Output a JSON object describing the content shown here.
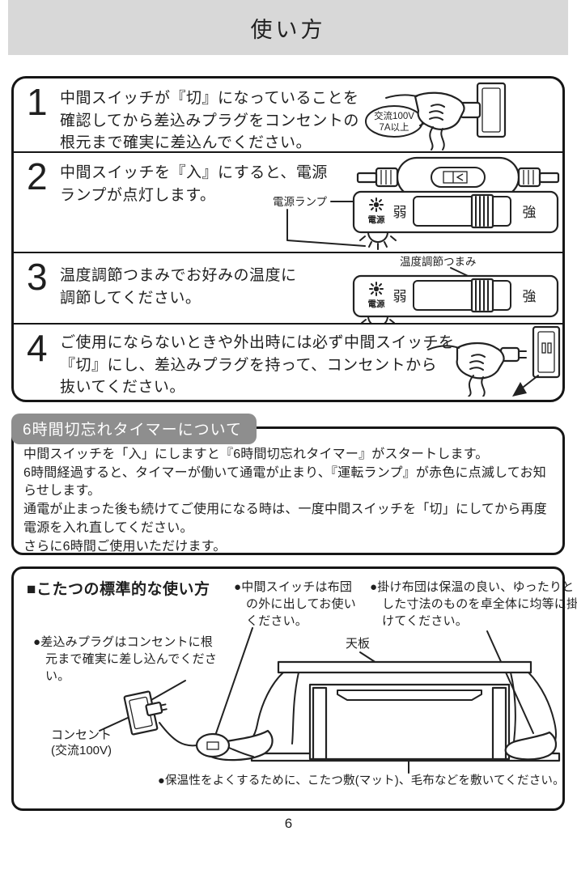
{
  "page": {
    "title": "使い方",
    "number": "6"
  },
  "steps": [
    {
      "num": "1",
      "text": "中間スイッチが『切』になっていることを\n確認してから差込みプラグをコンセントの\n根元まで確実に差込んでください。",
      "bubble_top": "交流100V",
      "bubble_bottom": "7A以上"
    },
    {
      "num": "2",
      "text": "中間スイッチを『入』にすると、電源\nランプが点灯します。",
      "lamp_label": "電源ランプ"
    },
    {
      "num": "3",
      "text": "温度調節つまみでお好みの温度に\n調節してください。",
      "knob_label": "温度調節つまみ"
    },
    {
      "num": "4",
      "text": "ご使用にならないときや外出時には必ず中間スイッチを\n『切』にし、差込みプラグを持って、コンセントから\n抜いてください。"
    }
  ],
  "controller": {
    "power_label": "電源",
    "low_label": "弱",
    "high_label": "強"
  },
  "timer": {
    "heading": "6時間切忘れタイマーについて",
    "paragraphs": [
      "中間スイッチを「入」にしますと『6時間切忘れタイマー』がスタートします。",
      "6時間経過すると、タイマーが働いて通電が止まり、『運転ランプ』が赤色に点滅してお知らせします。",
      "通電が止まった後も続けてご使用になる時は、一度中間スイッチを「切」にしてから再度電源を入れ直してください。",
      "さらに6時間ご使用いただけます。"
    ]
  },
  "kotatsu": {
    "heading": "■こたつの標準的な使い方",
    "note_switch": "●中間スイッチは布団の外に出してお使いください。",
    "note_futon": "●掛け布団は保温の良い、ゆったりとした寸法のものを卓全体に均等に掛けてください。",
    "note_plug": "●差込みプラグはコンセントに根元まで確実に差し込んでください。",
    "label_top_board": "天板",
    "label_outlet_line1": "コンセント",
    "label_outlet_line2": "(交流100V)",
    "note_mat": "●保温性をよくするために、こたつ敷(マット)、毛布などを敷いてください。"
  },
  "colors": {
    "header_bg": "#d8d8d8",
    "badge_bg": "#8e8e8e",
    "ink": "#1f1f1f"
  }
}
